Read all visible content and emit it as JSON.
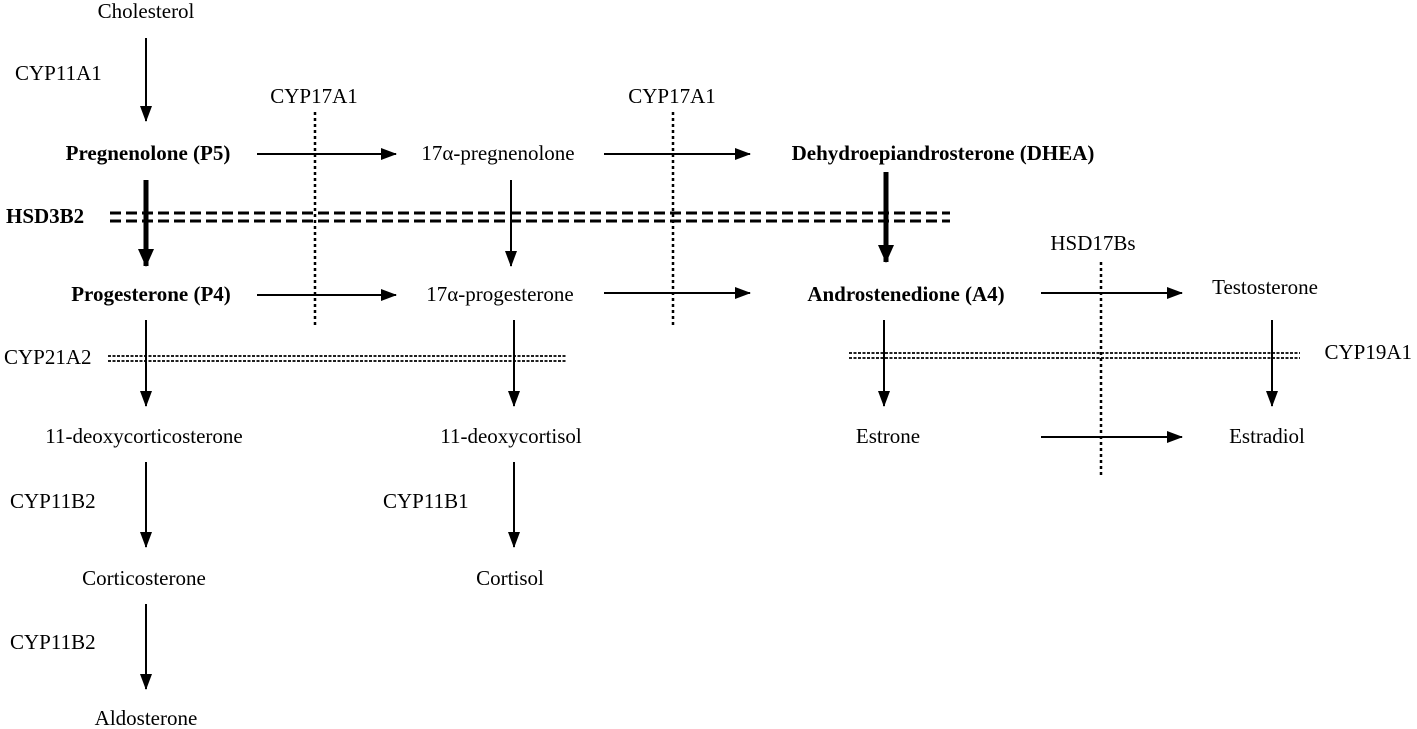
{
  "colors": {
    "ink": "#000000",
    "background": "#ffffff"
  },
  "compounds": {
    "cholesterol": "Cholesterol",
    "pregnenolone": "Pregnenolone (P5)",
    "hydroxy_pregnenolone": "17α-pregnenolone",
    "dhea": "Dehydroepiandrosterone (DHEA)",
    "progesterone": "Progesterone (P4)",
    "hydroxy_progesterone": "17α-progesterone",
    "androstenedione": "Androstenedione (A4)",
    "testosterone": "Testosterone",
    "deoxycorticosterone": "11-deoxycorticosterone",
    "deoxycortisol": "11-deoxycortisol",
    "estrone": "Estrone",
    "estradiol": "Estradiol",
    "corticosterone": "Corticosterone",
    "cortisol": "Cortisol",
    "aldosterone": "Aldosterone"
  },
  "enzymes": {
    "cyp11a1": "CYP11A1",
    "cyp17a1_first": "CYP17A1",
    "cyp17a1_second": "CYP17A1",
    "hsd3b2": "HSD3B2",
    "hsd17bs": "HSD17Bs",
    "cyp21a2": "CYP21A2",
    "cyp19a1": "CYP19A1",
    "cyp11b2_first": "CYP11B2",
    "cyp11b1": "CYP11B1",
    "cyp11b2_second": "CYP11B2"
  }
}
